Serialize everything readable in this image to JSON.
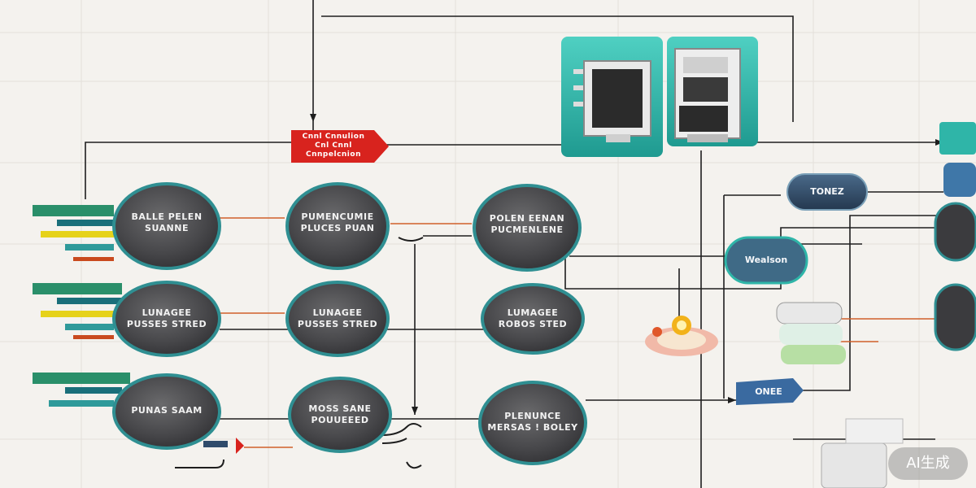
{
  "colors": {
    "background": "#f4f2ee",
    "node_fill": "#4c4c4e",
    "node_ring": "#2f8f92",
    "teal_accent": "#2fb5a8",
    "red_tag": "#d8231e",
    "navy_pill": "#2f4b6b",
    "blue_pill": "#3a6aa0",
    "line": "#1e1e1e",
    "orange_line": "#d0602a"
  },
  "icons": [
    "server-icon",
    "monitor-icon",
    "lightbulb-icon",
    "database-icon",
    "plug-icon"
  ],
  "tag": {
    "lines": [
      "Cnnl Cnnulion",
      "Cnl  Cnnl",
      "Cnnpelcnion"
    ]
  },
  "nodes": {
    "r1c1": {
      "lines": [
        "BALLE PELEN",
        "SUANNE"
      ]
    },
    "r1c2": {
      "lines": [
        "PUMENCUMIE",
        "PLUCES PUAN"
      ]
    },
    "r1c3": {
      "lines": [
        "POLEN EENAN",
        "PUCMENLENE"
      ]
    },
    "r2c1": {
      "lines": [
        "LUNAGEE",
        "PUSSES STRED"
      ]
    },
    "r2c2": {
      "lines": [
        "LUNAGEE",
        "PUSSES STRED"
      ]
    },
    "r2c3": {
      "lines": [
        "LUMAGEE",
        "ROBOS STED"
      ]
    },
    "r3c1": {
      "lines": [
        "PUNAS SAAM"
      ]
    },
    "r3c2": {
      "lines": [
        "MOSS SANE",
        "POUUEEED"
      ]
    },
    "r3c3": {
      "lines": [
        "PLENUNCE",
        "MERSAS ! BOLEY"
      ]
    }
  },
  "pills": {
    "p1": "TONEZ",
    "p2": "Wealson",
    "p3": "ONEE"
  },
  "badge": "AI生成"
}
